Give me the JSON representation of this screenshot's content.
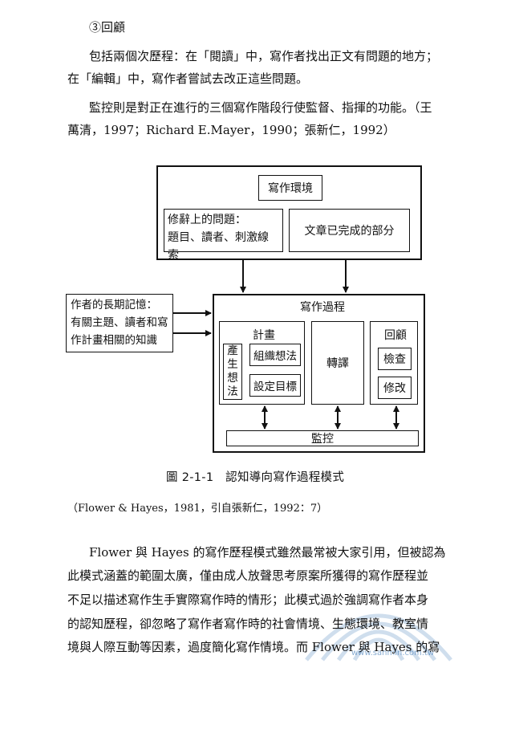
{
  "text": {
    "heading": "③回顧",
    "intro_line1": "包括兩個次歷程：在「閱讀」中，寫作者找出正文有問題的地方；",
    "intro_line2": "在「編輯」中，寫作者嘗試去改正這些問題。",
    "intro_line3": "監控則是對正在進行的三個寫作階段行使監督、指揮的功能。（王",
    "intro_line4": "萬清，1997；Richard E.Mayer，1990；張新仁，1992）",
    "body_line1": "Flower 與 Hayes 的寫作歷程模式雖然最常被大家引用，但被認為",
    "body_line2": "此模式涵蓋的範圍太廣，僅由成人放聲思考原案所獲得的寫作歷程並",
    "body_line3": "不足以描述寫作生手實際寫作時的情形；此模式過於強調寫作者本身",
    "body_line4": "的認知歷程，卻忽略了寫作者寫作時的社會情境、生態環境、教室情",
    "body_line5": "境與人際互動等因素，過度簡化寫作情境。而 Flower 與 Hayes 的寫"
  },
  "diagram": {
    "task_environment": "寫作環境",
    "rhetorical_problem_line1": "修辭上的問題：",
    "rhetorical_problem_line2": "題目、讀者、刺激線索",
    "text_produced": "文章已完成的部分",
    "long_term_memory_line1": "作者的長期記憶：",
    "long_term_memory_line2": "有關主題、讀者和寫",
    "long_term_memory_line3": "作計畫相關的知識",
    "writing_process": "寫作過程",
    "planning": "計畫",
    "generating": "產生想法",
    "organizing": "組織想法",
    "goal_setting": "設定目標",
    "translating": "轉譯",
    "reviewing": "回顧",
    "evaluating": "檢查",
    "revising": "修改",
    "monitor": "監控"
  },
  "caption": {
    "figure": "圖 2-1-1　認知導向寫作過程模式",
    "source": "（Flower & Hayes，1981，引自張新仁，1992：7）"
  },
  "watermark": {
    "url": "www.sanmin.com.tw",
    "color": "#2b6cb0"
  }
}
